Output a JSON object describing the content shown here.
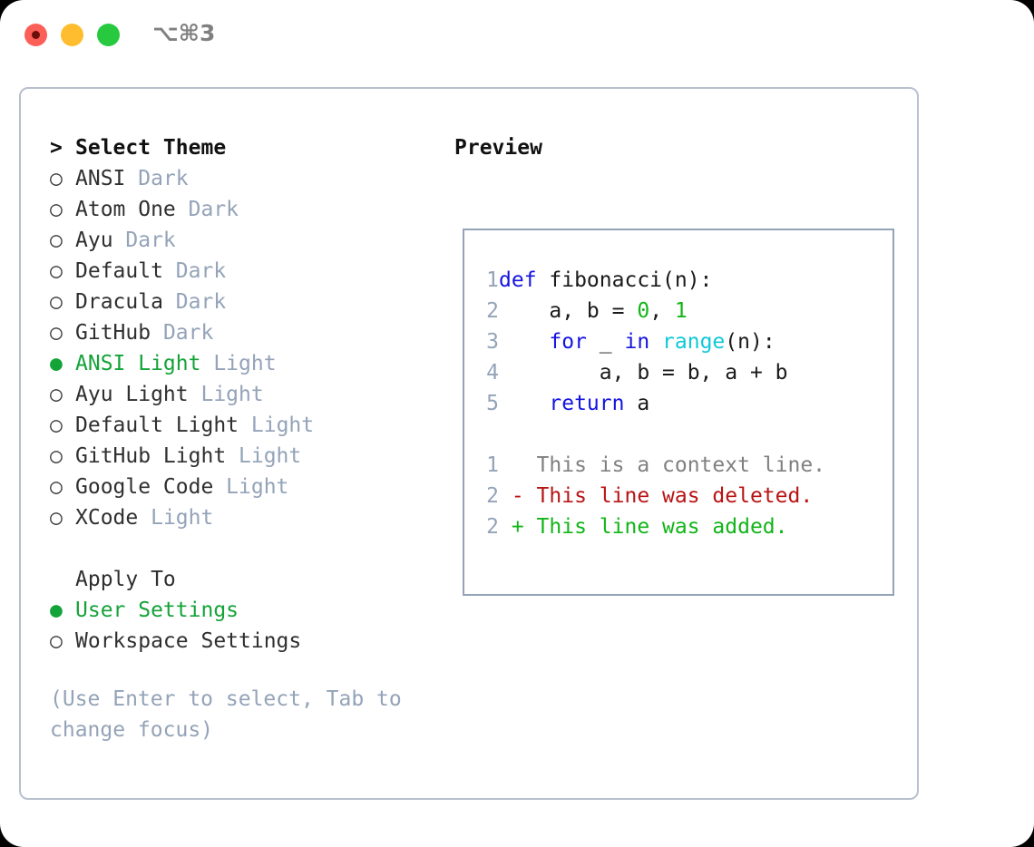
{
  "titlebar": {
    "shortcut": "⌥⌘3",
    "buttons": [
      {
        "name": "close",
        "color": "#fb5f57"
      },
      {
        "name": "minimize",
        "color": "#fdbd2e"
      },
      {
        "name": "maximize",
        "color": "#27c93f"
      }
    ]
  },
  "theme_list": {
    "header": "Select Theme",
    "header_marker": ">",
    "items": [
      {
        "marker": "○",
        "name": "ANSI",
        "variant": "Dark",
        "selected": false
      },
      {
        "marker": "○",
        "name": "Atom One",
        "variant": "Dark",
        "selected": false
      },
      {
        "marker": "○",
        "name": "Ayu",
        "variant": "Dark",
        "selected": false
      },
      {
        "marker": "○",
        "name": "Default",
        "variant": "Dark",
        "selected": false
      },
      {
        "marker": "○",
        "name": "Dracula",
        "variant": "Dark",
        "selected": false
      },
      {
        "marker": "○",
        "name": "GitHub",
        "variant": "Dark",
        "selected": false
      },
      {
        "marker": "●",
        "name": "ANSI Light",
        "variant": "Light",
        "selected": true
      },
      {
        "marker": "○",
        "name": "Ayu Light",
        "variant": "Light",
        "selected": false
      },
      {
        "marker": "○",
        "name": "Default Light",
        "variant": "Light",
        "selected": false
      },
      {
        "marker": "○",
        "name": "GitHub Light",
        "variant": "Light",
        "selected": false
      },
      {
        "marker": "○",
        "name": "Google Code",
        "variant": "Light",
        "selected": false
      },
      {
        "marker": "○",
        "name": "XCode",
        "variant": "Light",
        "selected": false
      }
    ]
  },
  "apply_to": {
    "header": "Apply To",
    "items": [
      {
        "marker": "●",
        "name": "User Settings",
        "selected": true
      },
      {
        "marker": "○",
        "name": "Workspace Settings",
        "selected": false
      }
    ]
  },
  "help": {
    "text": "(Use Enter to select, Tab to change focus)"
  },
  "preview": {
    "title": "Preview",
    "code_lines": [
      {
        "num": "1",
        "tokens": [
          {
            "t": "def",
            "c": "kw"
          },
          {
            "t": " fibonacci(n):",
            "c": "code"
          }
        ]
      },
      {
        "num": "2",
        "tokens": [
          {
            "t": "    a, b = ",
            "c": "code"
          },
          {
            "t": "0",
            "c": "num"
          },
          {
            "t": ", ",
            "c": "code"
          },
          {
            "t": "1",
            "c": "num"
          }
        ]
      },
      {
        "num": "3",
        "tokens": [
          {
            "t": "    ",
            "c": "code"
          },
          {
            "t": "for",
            "c": "kw"
          },
          {
            "t": " _ ",
            "c": "code"
          },
          {
            "t": "in",
            "c": "kw"
          },
          {
            "t": " ",
            "c": "code"
          },
          {
            "t": "range",
            "c": "fn"
          },
          {
            "t": "(n):",
            "c": "code"
          }
        ]
      },
      {
        "num": "4",
        "tokens": [
          {
            "t": "        a, b = b, a + b",
            "c": "code"
          }
        ]
      },
      {
        "num": "5",
        "tokens": [
          {
            "t": "    ",
            "c": "code"
          },
          {
            "t": "return",
            "c": "kw"
          },
          {
            "t": " a",
            "c": "code"
          }
        ]
      }
    ],
    "diff_lines": [
      {
        "num": "1",
        "tokens": [
          {
            "t": "   This is a context line.",
            "c": "ctx"
          }
        ]
      },
      {
        "num": "2",
        "tokens": [
          {
            "t": " - This line was deleted.",
            "c": "del"
          }
        ]
      },
      {
        "num": "2",
        "tokens": [
          {
            "t": " + This line was added.",
            "c": "add"
          }
        ]
      }
    ]
  },
  "colors": {
    "accent_green": "#14a338",
    "muted": "#94a3b8",
    "keyword": "#1414e0",
    "number": "#12b518",
    "builtin": "#10c8d8",
    "deleted": "#b81414",
    "added": "#12b518",
    "border": "#b8c0ce"
  }
}
